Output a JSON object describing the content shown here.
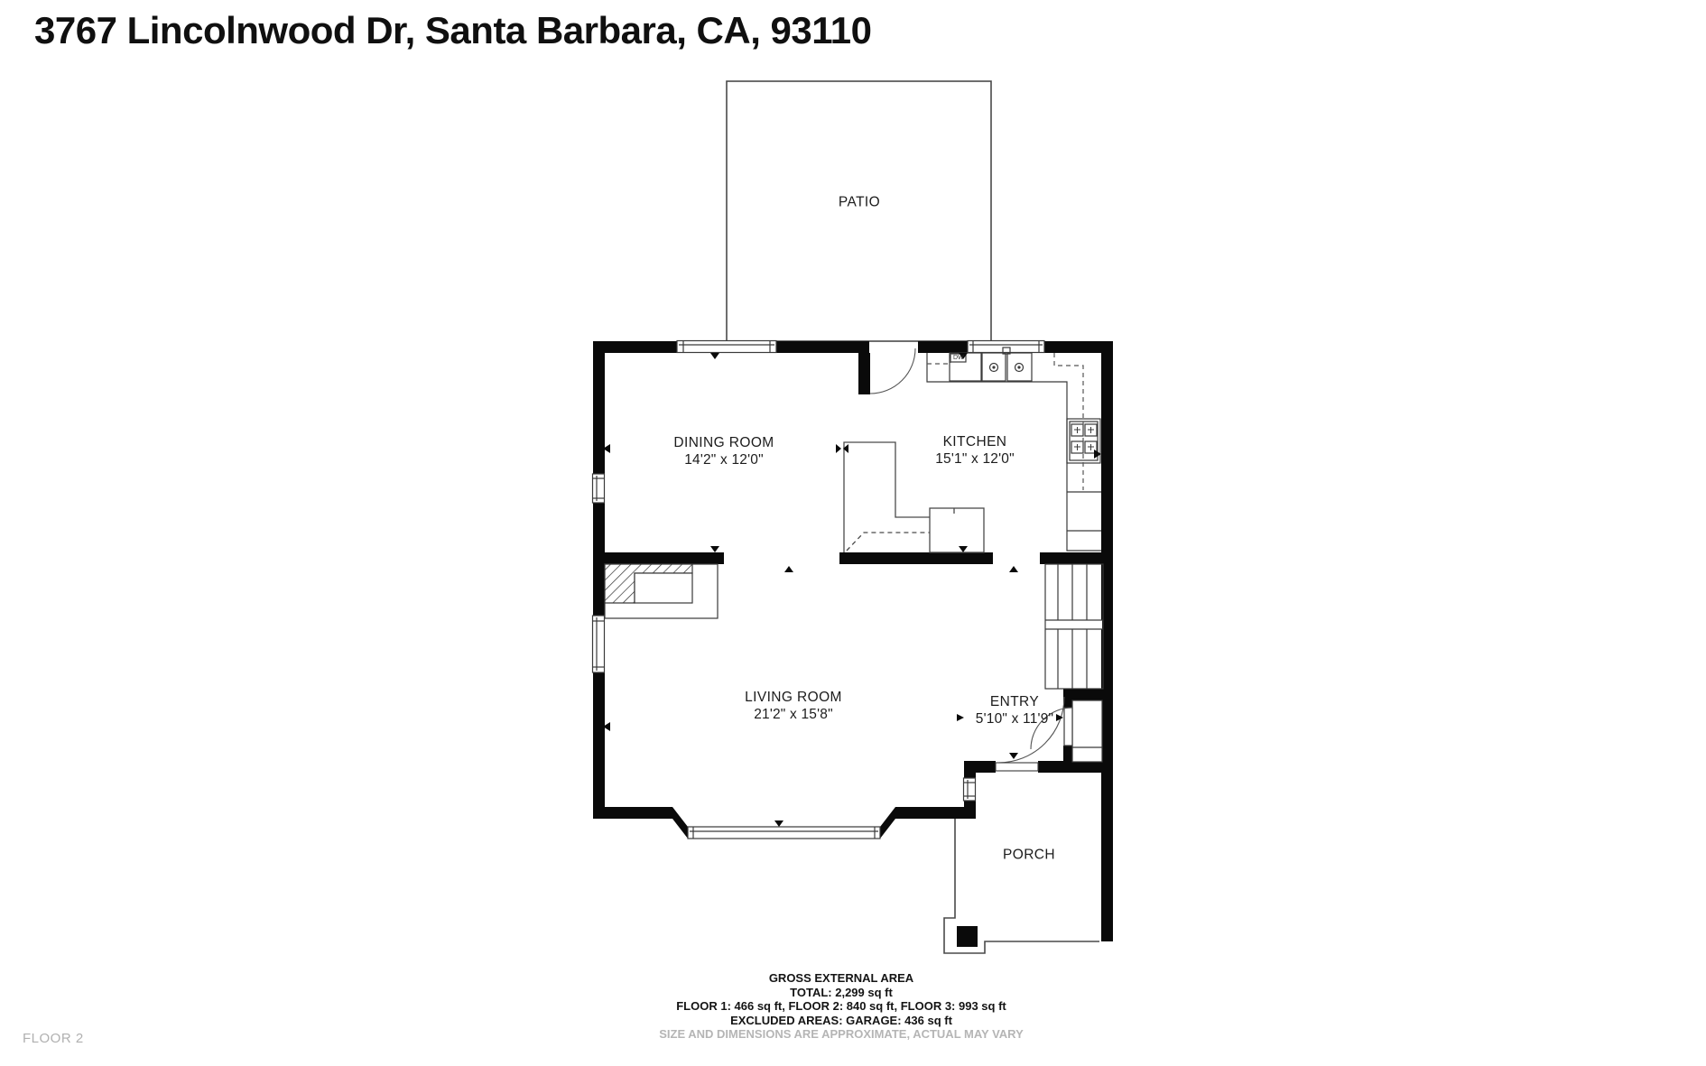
{
  "title": "3767 Lincolnwood Dr, Santa Barbara, CA, 93110",
  "floor_label": "FLOOR 2",
  "rooms": {
    "patio": {
      "name": "PATIO"
    },
    "dining": {
      "name": "DINING ROOM",
      "dims": "14'2\" x 12'0\""
    },
    "kitchen": {
      "name": "KITCHEN",
      "dims": "15'1\" x 12'0\""
    },
    "living": {
      "name": "LIVING ROOM",
      "dims": "21'2\" x 15'8\""
    },
    "entry": {
      "name": "ENTRY",
      "dims": "5'10\" x 11'9\""
    },
    "porch": {
      "name": "PORCH"
    }
  },
  "appliances": {
    "dishwasher_label": "DW"
  },
  "footer": {
    "line1": "GROSS EXTERNAL AREA",
    "line2": "TOTAL: 2,299 sq ft",
    "line3": "FLOOR 1: 466 sq ft, FLOOR 2: 840 sq ft, FLOOR 3: 993 sq ft",
    "line4": "EXCLUDED AREAS: GARAGE: 436 sq ft",
    "line5": "SIZE AND DIMENSIONS ARE APPROXIMATE, ACTUAL MAY VARY"
  },
  "colors": {
    "wall": "#0a0a0a",
    "line": "#4a4a4a",
    "muted_text": "#b0b0b0",
    "text": "#1a1a1a"
  }
}
